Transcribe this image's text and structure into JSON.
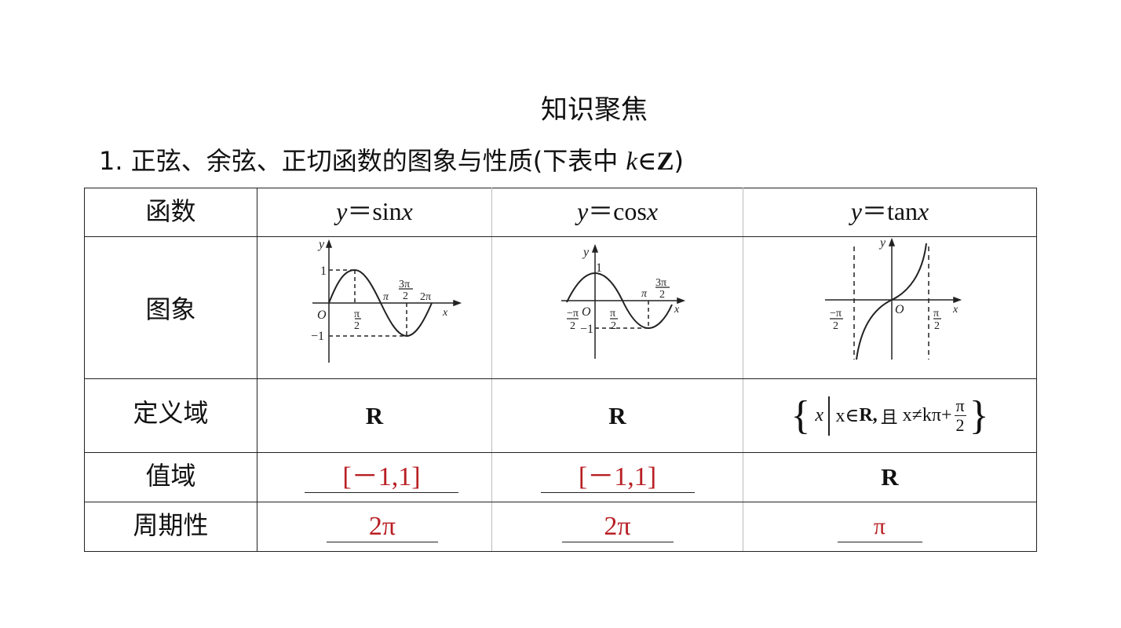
{
  "title": "知识聚焦",
  "subtitle": {
    "prefix": "1. 正弦、余弦、正切函数的图象与性质(下表中 ",
    "var_k": "k",
    "in": "∈",
    "set_Z": "Z",
    "suffix": ")"
  },
  "table": {
    "row_labels": {
      "function": "函数",
      "graph": "图象",
      "domain": "定义域",
      "range": "值域",
      "period": "周期性"
    },
    "columns": [
      {
        "id": "sin",
        "y": "y",
        "eq": "＝",
        "fname": "sin",
        "x": "x",
        "domain": "R",
        "range": "[－1,1]",
        "period": "2π"
      },
      {
        "id": "cos",
        "y": "y",
        "eq": "＝",
        "fname": "cos",
        "x": "x",
        "domain": "R",
        "range": "[－1,1]",
        "period": "2π"
      },
      {
        "id": "tan",
        "y": "y",
        "eq": "＝",
        "fname": "tan",
        "x": "x",
        "domain_parts": {
          "lbrace": "{",
          "var": "x",
          "cond1": "x∈",
          "R": "R",
          "comma": ",",
          "and": "且",
          "cond2": "x≠kπ+",
          "frac_num": "π",
          "frac_den": "2",
          "rbrace": "}"
        },
        "range": "R",
        "period": "π"
      }
    ]
  },
  "graph_labels": {
    "sin": {
      "y": "y",
      "x": "x",
      "o": "O",
      "one": "1",
      "neg_one": "−1",
      "pi_over_2_num": "π",
      "pi_over_2_den": "2",
      "pi": "π",
      "three_pi_over_2_num": "3π",
      "three_pi_over_2_den": "2",
      "two_pi": "2π"
    },
    "cos": {
      "y": "y",
      "x": "x",
      "o": "O",
      "one": "1",
      "neg_one": "−1",
      "neg_pi_over_2_num": "−π",
      "neg_pi_over_2_den": "2",
      "pi_over_2_num": "π",
      "pi_over_2_den": "2",
      "pi": "π",
      "three_pi_over_2_num": "3π",
      "three_pi_over_2_den": "2"
    },
    "tan": {
      "y": "y",
      "x": "x",
      "o": "O",
      "neg_pi_over_2_num": "−π",
      "neg_pi_over_2_den": "2",
      "pi_over_2_num": "π",
      "pi_over_2_den": "2"
    }
  },
  "colors": {
    "answer": "#b81f24",
    "text": "#111111",
    "line": "#222222"
  }
}
